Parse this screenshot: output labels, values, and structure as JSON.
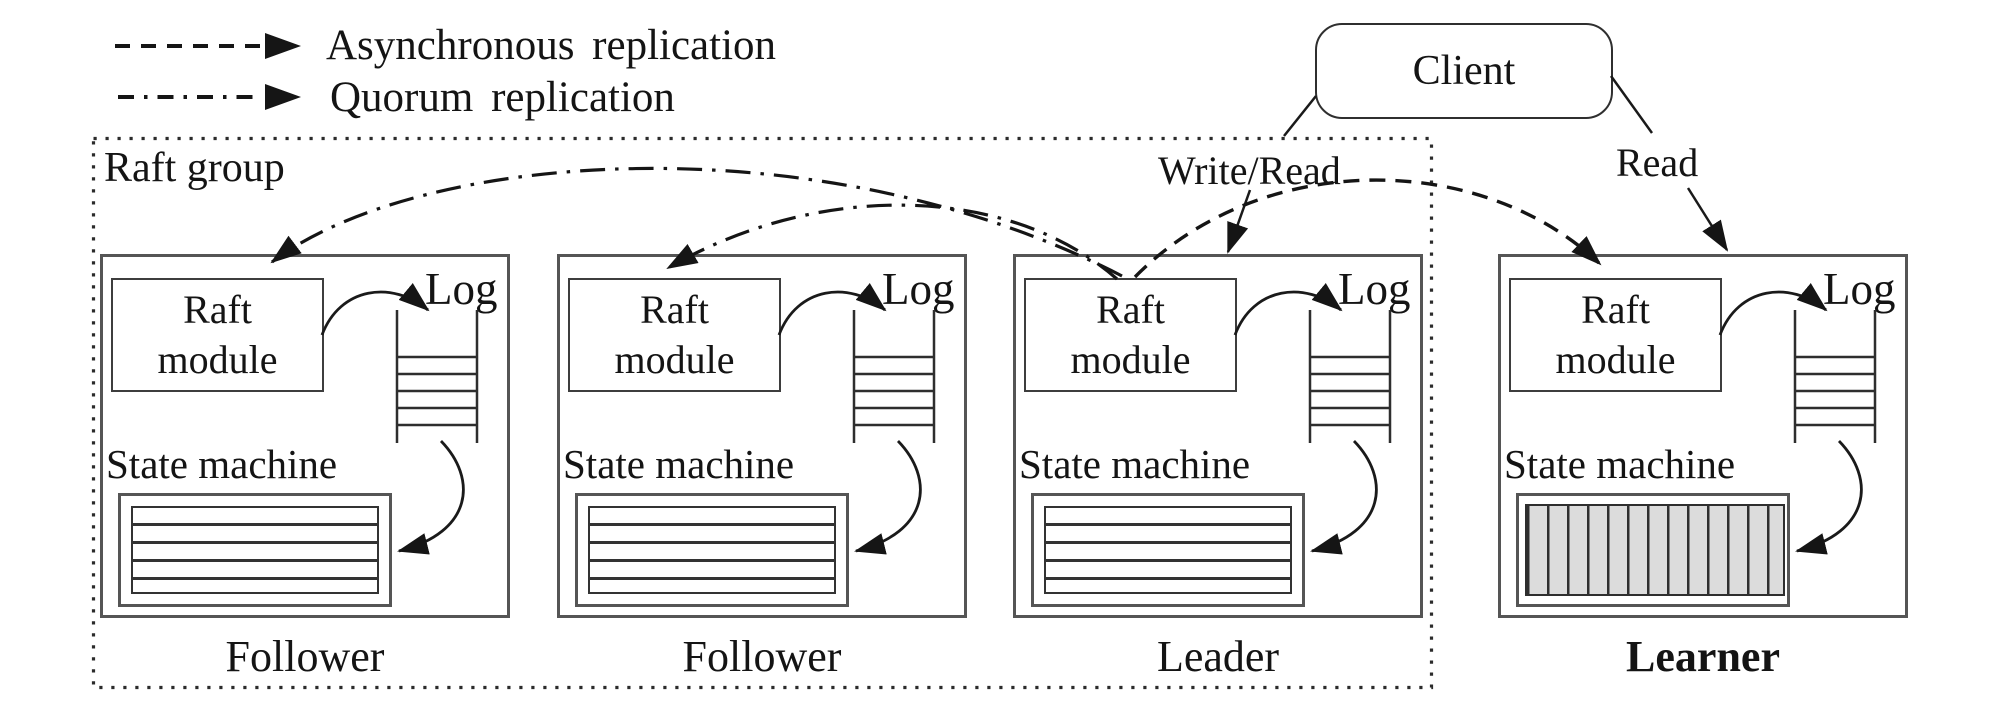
{
  "legend": {
    "items": [
      {
        "label": "Asynchronous replication",
        "line_style": "dashed",
        "icon": "dashed-arrow"
      },
      {
        "label": "Quorum replication",
        "line_style": "dash-dot",
        "icon": "dash-dot-arrow"
      }
    ]
  },
  "client": {
    "label": "Client"
  },
  "connections": {
    "write_read_label": "Write/Read",
    "read_label": "Read"
  },
  "raft_group": {
    "label": "Raft group"
  },
  "nodes": [
    {
      "role": "Follower",
      "module_lines": [
        "Raft",
        "module"
      ],
      "log_label": "Log",
      "state_machine_label": "State machine",
      "state_machine_style": "log-rows",
      "in_raft_group": true
    },
    {
      "role": "Follower",
      "module_lines": [
        "Raft",
        "module"
      ],
      "log_label": "Log",
      "state_machine_label": "State machine",
      "state_machine_style": "log-rows",
      "in_raft_group": true
    },
    {
      "role": "Leader",
      "module_lines": [
        "Raft",
        "module"
      ],
      "log_label": "Log",
      "state_machine_label": "State machine",
      "state_machine_style": "log-rows",
      "in_raft_group": true
    },
    {
      "role": "Learner",
      "module_lines": [
        "Raft",
        "module"
      ],
      "log_label": "Log",
      "state_machine_label": "State machine",
      "state_machine_style": "hatched",
      "in_raft_group": false
    }
  ],
  "colors": {
    "background": "#ffffff",
    "line": "#1a1a1a",
    "box_border": "#555555",
    "learner_state_machine_fill": "#dcdcdc"
  }
}
